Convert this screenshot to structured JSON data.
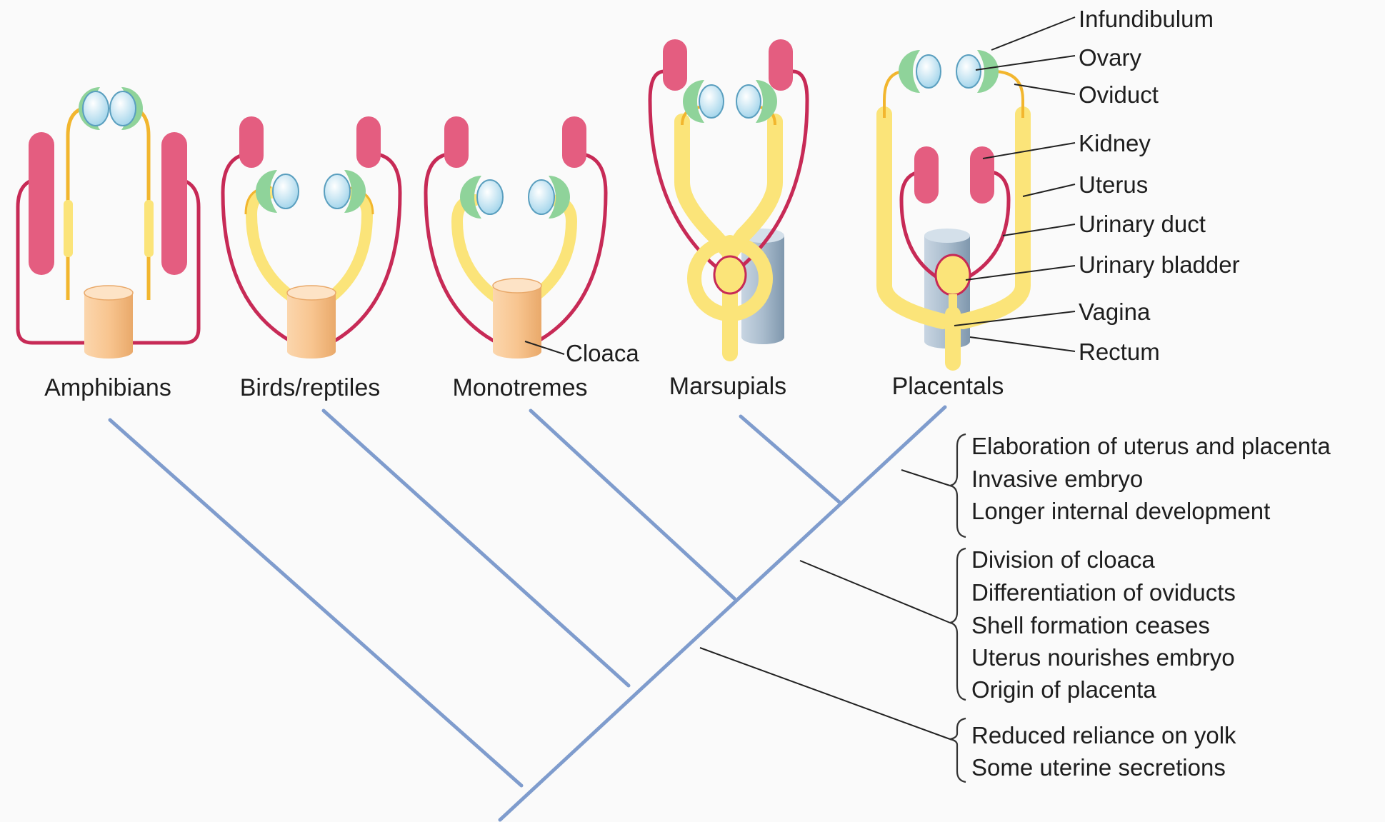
{
  "taxa": [
    {
      "name": "Amphibians"
    },
    {
      "name": "Birds/reptiles"
    },
    {
      "name": "Monotremes"
    },
    {
      "name": "Marsupials"
    },
    {
      "name": "Placentals"
    }
  ],
  "labels": {
    "cloaca": "Cloaca",
    "structures": [
      "Infundibulum",
      "Ovary",
      "Oviduct",
      "Kidney",
      "Uterus",
      "Urinary duct",
      "Urinary bladder",
      "Vagina",
      "Rectum"
    ]
  },
  "trait_groups": [
    {
      "traits": [
        "Elaboration of uterus and placenta",
        "Invasive embryo",
        "Longer internal development"
      ]
    },
    {
      "traits": [
        "Division of cloaca",
        "Differentiation of oviducts",
        "Shell formation ceases",
        "Uterus nourishes embryo",
        "Origin of placenta"
      ]
    },
    {
      "traits": [
        "Reduced reliance on yolk",
        "Some uterine secretions"
      ]
    }
  ],
  "colors": {
    "tree": "#7f9ccd",
    "kidney": "#e45d80",
    "kidney_duct": "#c72a56",
    "ovary_cup": "#8fd39a",
    "ovary": "#bde4f4",
    "oviduct": "#f2b62e",
    "uterus": "#fbe479",
    "cloaca": "#f8c590",
    "rectum": "#9fb5c8",
    "leader": "#222222"
  }
}
